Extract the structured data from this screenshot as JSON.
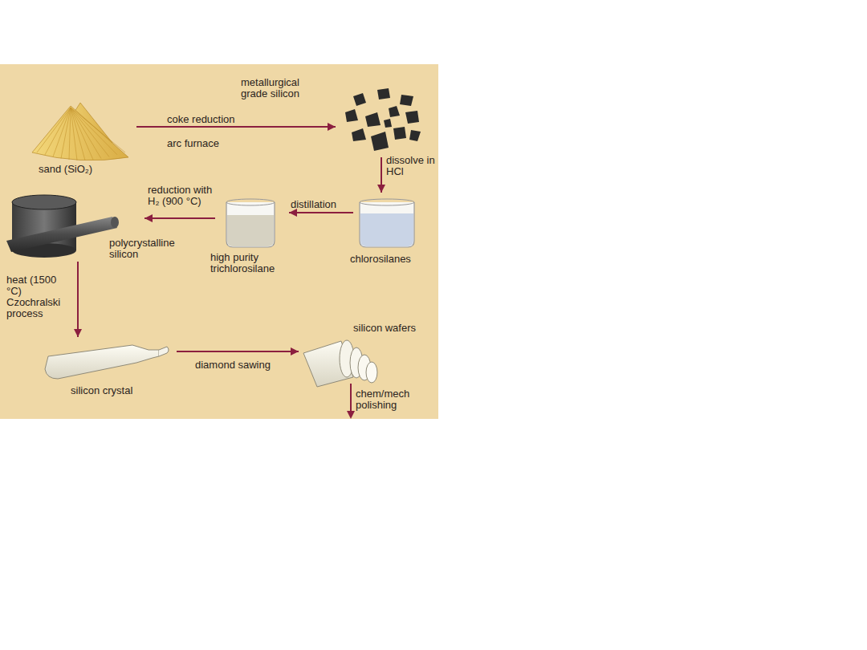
{
  "diagram": {
    "nodes": [
      {
        "text": [
          "sand (SiO₂)"
        ]
      },
      {
        "text": [
          "metallurgical grade silicon"
        ]
      },
      {
        "text": [
          "chlorosilanes"
        ]
      },
      {
        "text": [
          "high purity trichlorosilane"
        ]
      },
      {
        "text": [
          "polycrystalline silicon"
        ]
      },
      {
        "text": [
          "silicon crystal"
        ]
      },
      {
        "text": [
          "silicon wafers"
        ]
      }
    ],
    "edges": [
      {
        "from": 0,
        "to": 1,
        "arrow": "to",
        "label": "coke reduction"
      },
      {
        "from": 1,
        "to": 2,
        "arrow": "to",
        "label": "dissolve in HCl"
      },
      {
        "from": 2,
        "to": 3,
        "arrow": "to",
        "label": "distillation"
      },
      {
        "from": 3,
        "to": 4,
        "arrow": "to",
        "label": "reduction with H₂ (900 °C)"
      },
      {
        "from": 4,
        "to": 5,
        "arrow": "to",
        "label": "heat (1500 °C) Czochralski process"
      },
      {
        "from": 5,
        "to": 6,
        "arrow": "to",
        "label": "diamond sawing"
      }
    ],
    "labels": [
      "arc furnace",
      "chem/mech polishing"
    ]
  }
}
